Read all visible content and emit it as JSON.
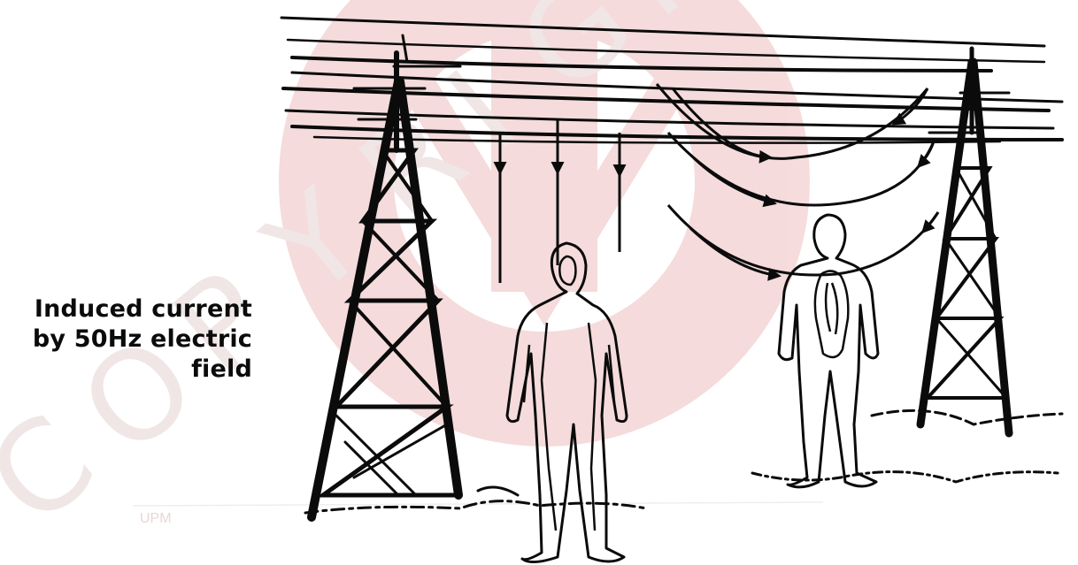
{
  "caption": {
    "line1": "Induced current",
    "line2": "by 50Hz electric",
    "line3": "field"
  },
  "watermark": {
    "label": "UPM",
    "letters": [
      "C",
      "O",
      "P",
      "Y",
      "R",
      "I",
      "G",
      "H",
      "T"
    ],
    "color": "#c62828"
  },
  "ink_color": "#0b0b0b"
}
